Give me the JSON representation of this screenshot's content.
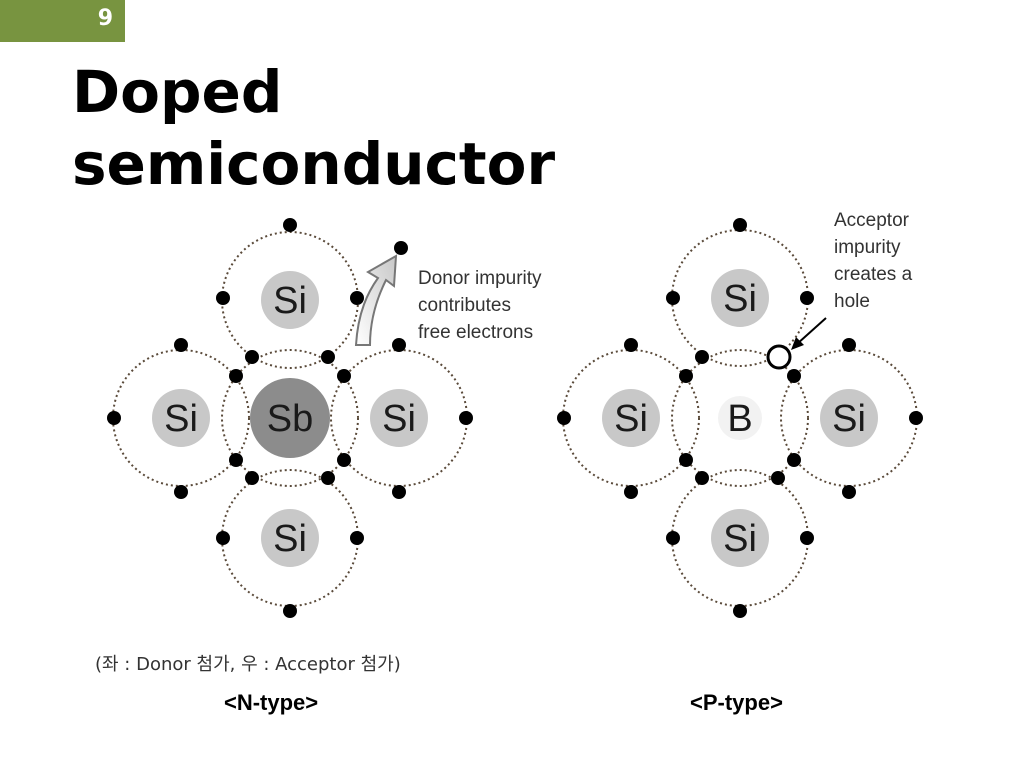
{
  "slide": {
    "number": "9"
  },
  "title": {
    "line1": "Doped",
    "line2": "semiconductor"
  },
  "n_type": {
    "atoms": {
      "top": "Si",
      "left": "Si",
      "center": "Sb",
      "right": "Si",
      "bottom": "Si"
    },
    "annotation": [
      "Donor impurity",
      "contributes",
      "free electrons"
    ],
    "label": "<N-type>"
  },
  "p_type": {
    "atoms": {
      "top": "Si",
      "left": "Si",
      "center": "B",
      "right": "Si",
      "bottom": "Si"
    },
    "annotation": [
      "Acceptor",
      "impurity",
      "creates a",
      "hole"
    ],
    "label": "<P-type>"
  },
  "caption": "(좌 : Donor 첨가, 우 : Acceptor 첨가)",
  "colors": {
    "accent_green": "#789440",
    "si_atom": "#c8c8c8",
    "sb_atom": "#8c8c8c",
    "b_atom": "#f2f2f2",
    "electron": "#000000",
    "orbit": "#5a4a3a"
  }
}
